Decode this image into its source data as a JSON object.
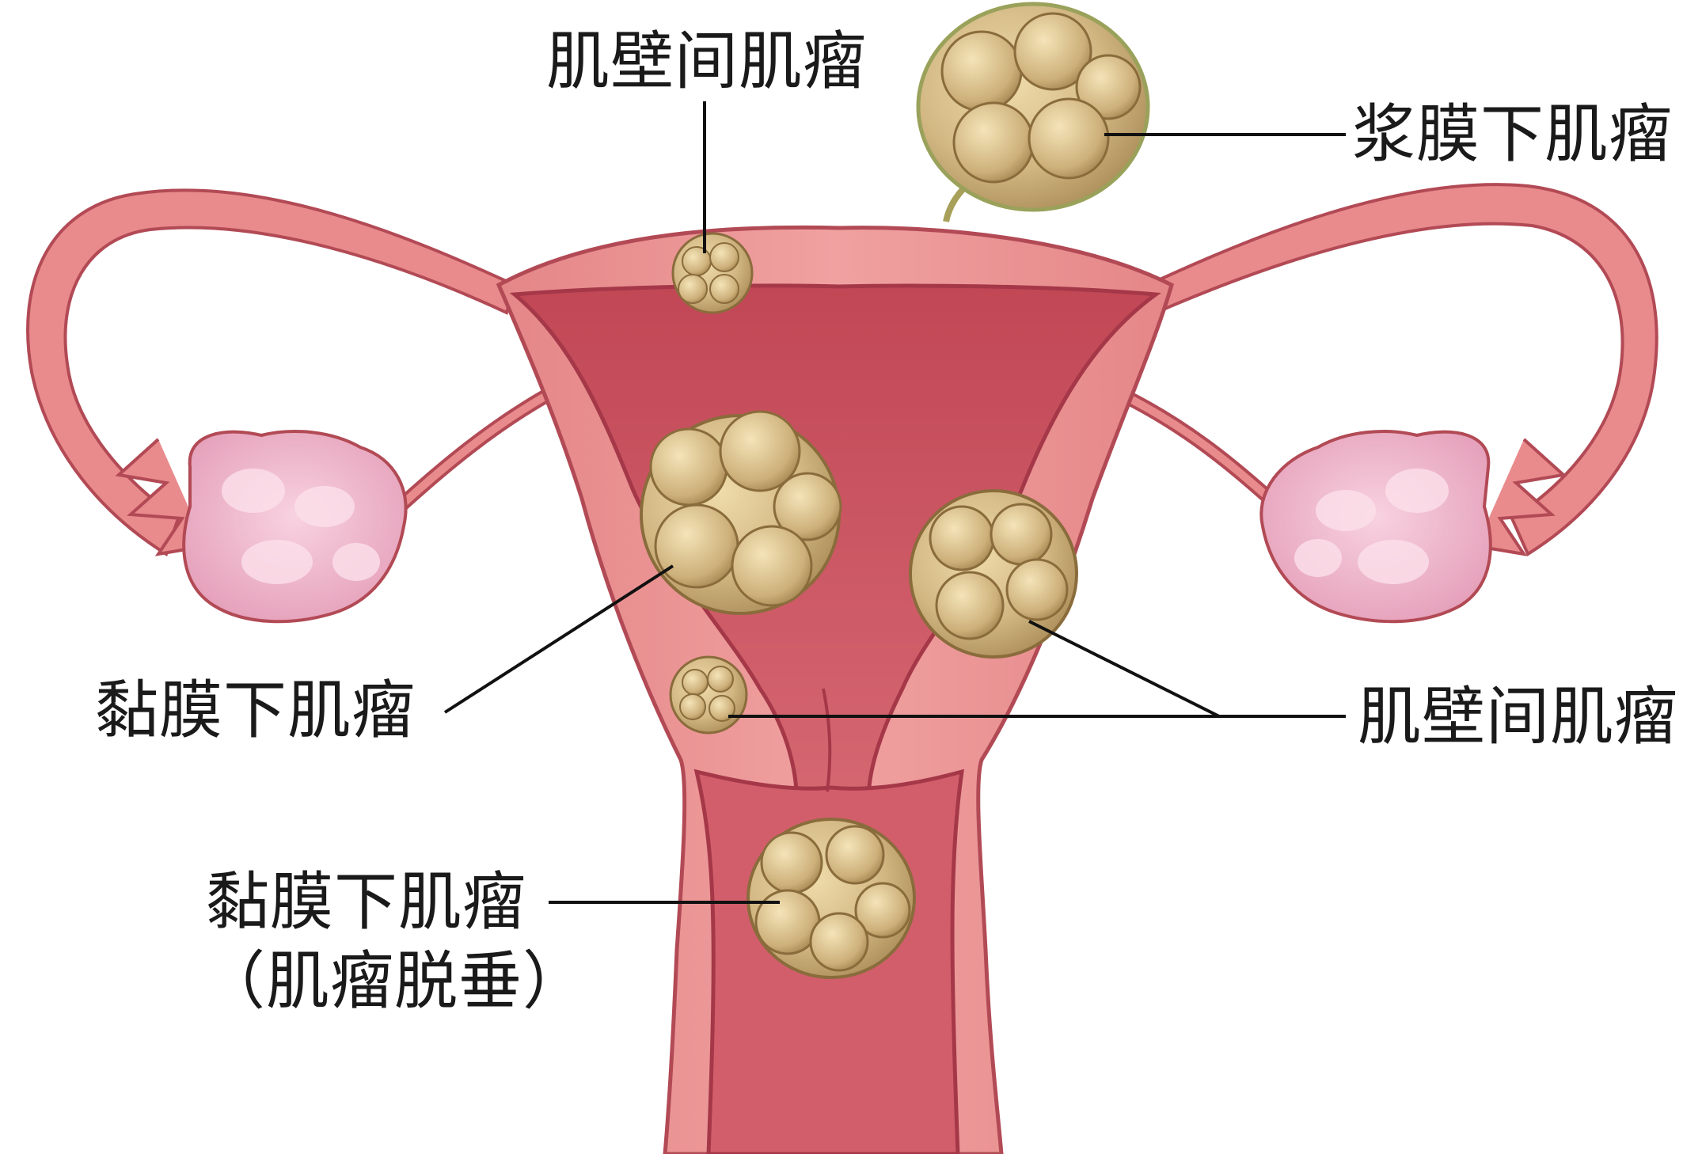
{
  "labels": {
    "intramural_top": "肌壁间肌瘤",
    "subserosal": "浆膜下肌瘤",
    "submucosal_left": "黏膜下肌瘤",
    "intramural_right": "肌壁间肌瘤",
    "prolapsed_line1": "黏膜下肌瘤",
    "prolapsed_line2": "（肌瘤脱垂）"
  },
  "colors": {
    "uterus_wall": "#e98a8c",
    "uterus_outline": "#b24a55",
    "cavity": "#c9505d",
    "ovary": "#f2b7cc",
    "fibroid": "#d7bf8c",
    "fibroid_dark": "#8a6c3c",
    "leader_line": "#111111"
  }
}
